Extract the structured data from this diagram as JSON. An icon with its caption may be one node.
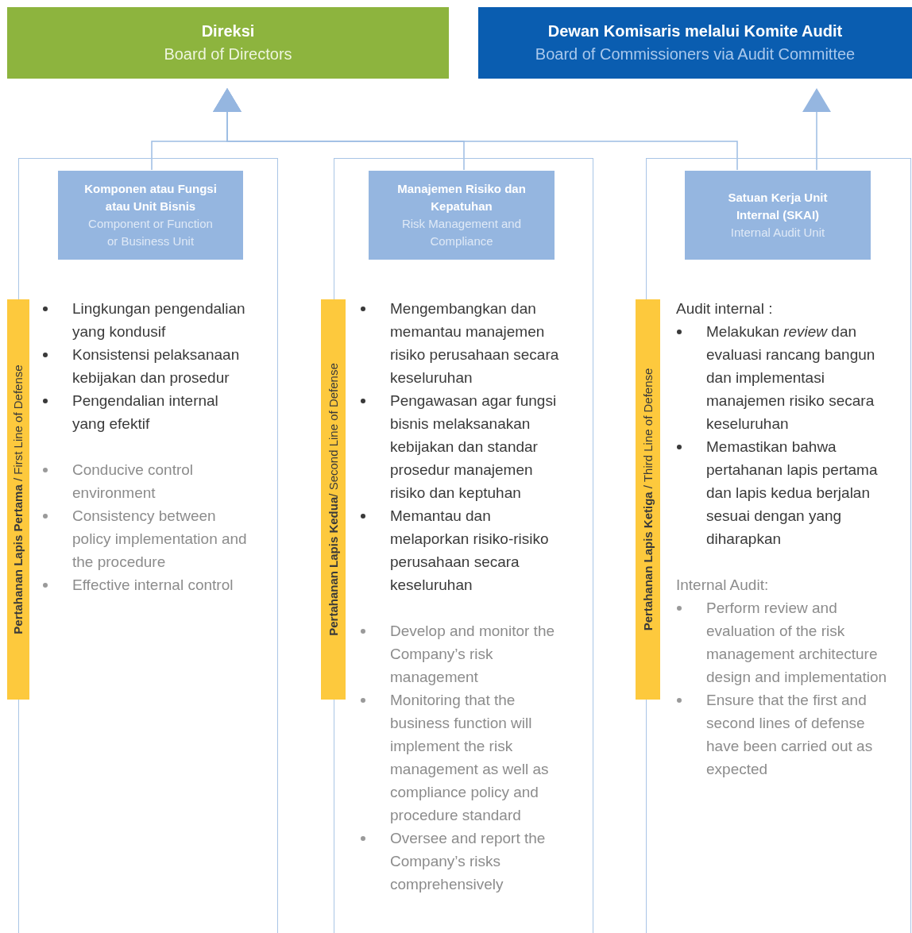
{
  "diagram": {
    "nodes": [
      {
        "text": [
          "Direksi",
          "Board of Directors"
        ]
      },
      {
        "text": [
          "Dewan Komisaris melalui Komite Audit",
          "Board of Commissioners via Audit Committee"
        ]
      },
      {
        "text": [
          "Lingkungan pengendalian yang kondusif",
          "Konsistensi pelaksanaan kebijakan dan prosedur",
          "Pengendalian internal yang efektif",
          "Conducive control environment",
          "Consistency between policy implementation and the procedure",
          "Effective internal control"
        ]
      },
      {
        "text": [
          "Komponen atau Fungsi atau Unit Bisnis",
          "Component or Function or Business Unit"
        ],
        "in": 2
      },
      {
        "text": [
          "**Pertahanan Lapis Pertama** / First Line of Defense"
        ]
      },
      {
        "text": [
          "Mengembangkan dan memantau manajemen risiko perusahaan secara keseluruhan",
          "Pengawasan agar fungsi bisnis melaksanakan kebijakan dan standar prosedur manajemen risiko dan keptuhan",
          "Memantau dan melaporkan risiko-risiko perusahaan secara keseluruhan",
          "Develop and monitor the Company’s risk management",
          "Monitoring that the business function will implement the risk management as well as compliance policy and procedure standard",
          "Oversee and report the Company’s risks comprehensively"
        ]
      },
      {
        "text": [
          "Manajemen Risiko dan Kepatuhan",
          "Risk Management and Compliance"
        ],
        "in": 5
      },
      {
        "text": [
          "**Pertahanan Lapis Kedua**/ Second Line of Defense"
        ]
      },
      {
        "text": [
          "Audit internal :",
          "Melakukan *review* dan evaluasi rancang bangun dan implementasi manajemen risiko secara keseluruhan",
          "Memastikan bahwa pertahanan lapis pertama dan lapis kedua berjalan sesuai dengan yang diharapkan",
          "Internal Audit:",
          "Perform review and evaluation of the risk management architecture design and implementation",
          "Ensure that the first and second lines of defense have been carried out as expected"
        ]
      },
      {
        "text": [
          "Satuan Kerja Unit Internal (SKAI)",
          "Internal Audit Unit"
        ],
        "in": 8
      },
      {
        "text": [
          "**Pertahanan Lapis Ketiga** / Third Line of Defense"
        ]
      }
    ],
    "edges": [
      {
        "from": 3,
        "to": 0,
        "arrow": "to"
      },
      {
        "from": 6,
        "to": 0,
        "arrow": "to"
      },
      {
        "from": 9,
        "to": 0,
        "arrow": "to"
      },
      {
        "from": 9,
        "to": 1,
        "arrow": "to"
      }
    ]
  }
}
